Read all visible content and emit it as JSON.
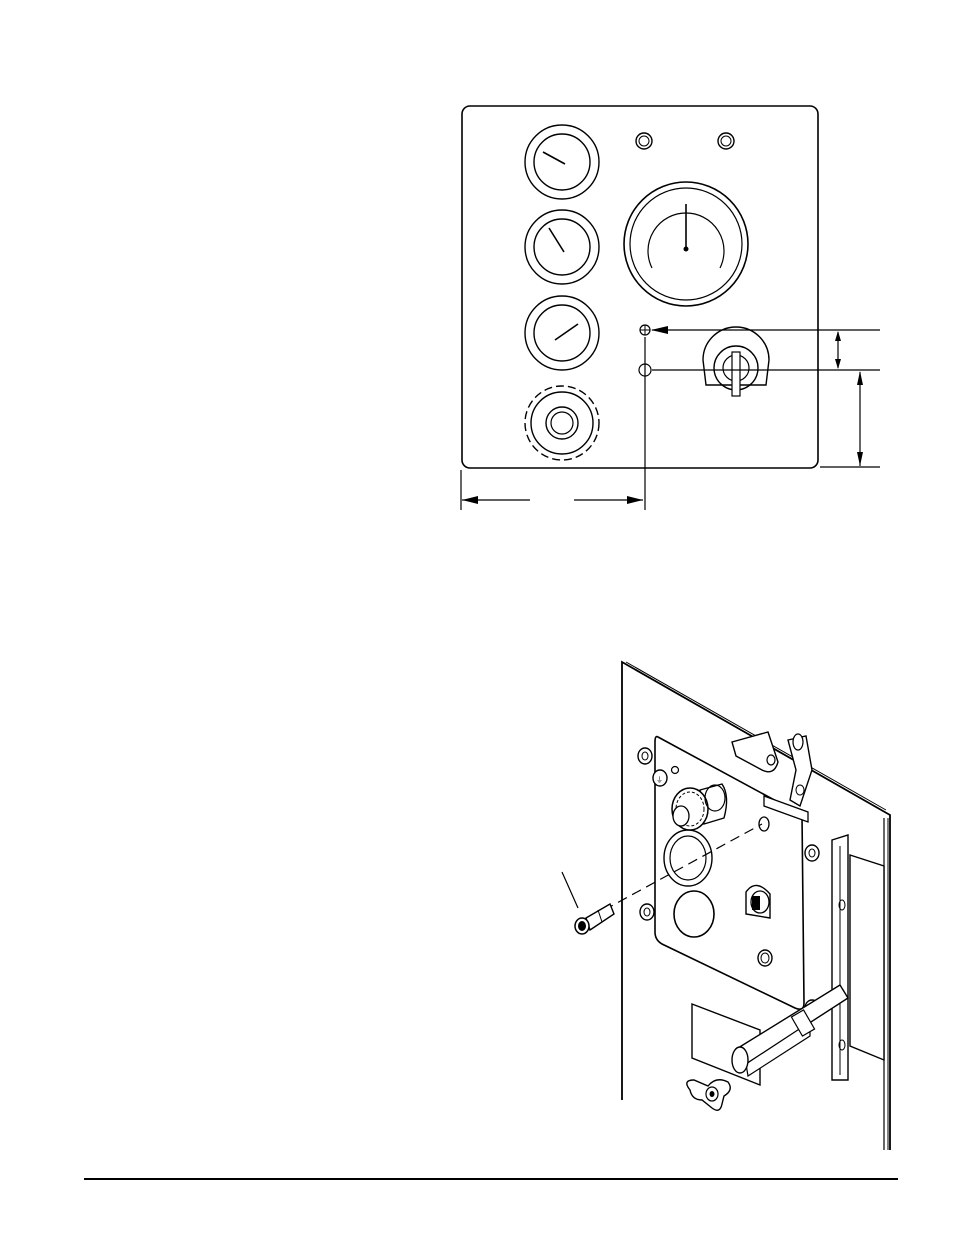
{
  "document": {
    "type": "technical-illustration-page",
    "figures": [
      {
        "id": "panel-drilling-layout",
        "icons": [
          "gauge-icon",
          "pilot-light-icon",
          "selector-switch-icon",
          "knob-icon",
          "dimension-arrow-icon"
        ]
      },
      {
        "id": "panel-exploded-view",
        "icons": [
          "pilot-light-icon",
          "hinge-icon",
          "handle-icon",
          "wing-nut-icon"
        ]
      }
    ]
  }
}
